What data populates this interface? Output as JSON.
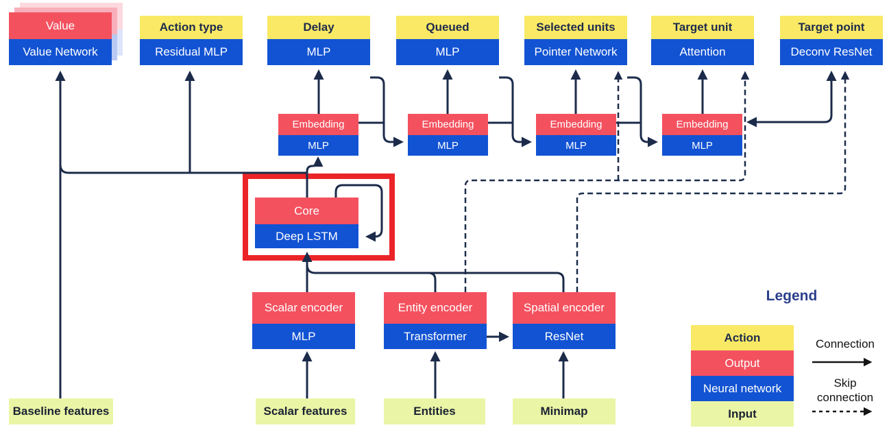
{
  "diagram": {
    "heads": [
      {
        "id": "value",
        "top": "Value",
        "bottom": "Value Network"
      },
      {
        "id": "action-type",
        "top": "Action type",
        "bottom": "Residual MLP"
      },
      {
        "id": "delay",
        "top": "Delay",
        "bottom": "MLP"
      },
      {
        "id": "queued",
        "top": "Queued",
        "bottom": "MLP"
      },
      {
        "id": "selected-units",
        "top": "Selected units",
        "bottom": "Pointer Network"
      },
      {
        "id": "target-unit",
        "top": "Target unit",
        "bottom": "Attention"
      },
      {
        "id": "target-point",
        "top": "Target point",
        "bottom": "Deconv ResNet"
      }
    ],
    "embeddings": [
      {
        "top": "Embedding",
        "bottom": "MLP"
      },
      {
        "top": "Embedding",
        "bottom": "MLP"
      },
      {
        "top": "Embedding",
        "bottom": "MLP"
      },
      {
        "top": "Embedding",
        "bottom": "MLP"
      }
    ],
    "core": {
      "top": "Core",
      "bottom": "Deep LSTM",
      "highlighted": true
    },
    "encoders": [
      {
        "top": "Scalar encoder",
        "bottom": "MLP"
      },
      {
        "top": "Entity encoder",
        "bottom": "Transformer"
      },
      {
        "top": "Spatial encoder",
        "bottom": "ResNet"
      }
    ],
    "inputs": [
      "Baseline features",
      "Scalar features",
      "Entities",
      "Minimap"
    ],
    "legend": {
      "title": "Legend",
      "items": [
        {
          "label": "Action",
          "type": "action"
        },
        {
          "label": "Output",
          "type": "output"
        },
        {
          "label": "Neural network",
          "type": "network"
        },
        {
          "label": "Input",
          "type": "input"
        }
      ],
      "connection_label": "Connection",
      "skip_connection_label": "Skip connection"
    },
    "colors": {
      "action": "#F9E964",
      "output": "#F4515F",
      "network": "#1253D3",
      "input": "#EAF5A5",
      "line": "#1C2B4A",
      "highlight": "#EB2428"
    }
  }
}
